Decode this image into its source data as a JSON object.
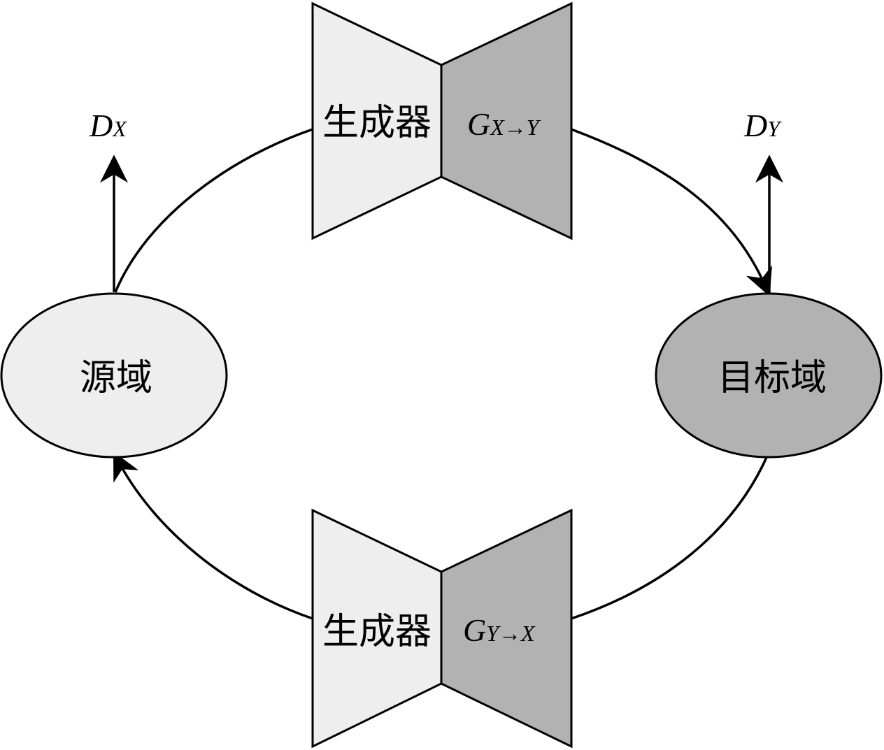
{
  "colors": {
    "light_fill": "#eeeeee",
    "dark_fill": "#b2b2b2",
    "stroke": "#000000"
  },
  "nodes": {
    "source": {
      "label": "源域"
    },
    "target": {
      "label": "目标域"
    }
  },
  "generators": {
    "top": {
      "label": "生成器",
      "symbol": "G",
      "subscript": "X→Y"
    },
    "bottom": {
      "label": "生成器",
      "symbol": "G",
      "subscript": "Y→X"
    }
  },
  "discriminators": {
    "source": {
      "symbol": "D",
      "subscript": "X"
    },
    "target": {
      "symbol": "D",
      "subscript": "Y"
    }
  }
}
